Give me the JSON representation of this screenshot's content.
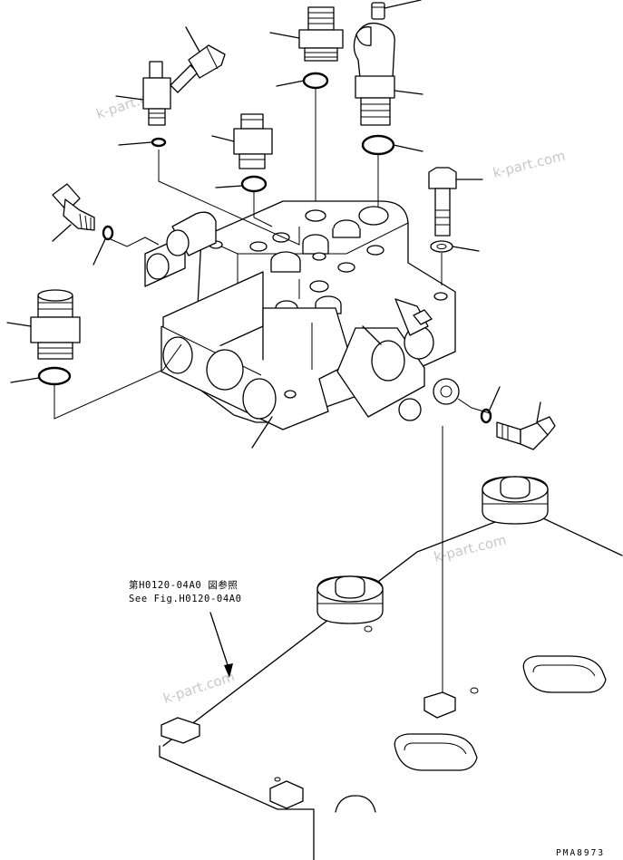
{
  "watermarks": [
    "k-part.com",
    "k-part.com",
    "k-part.com",
    "k-part.com"
  ],
  "reference_note": {
    "line1": "第H0120-04A0 図参照",
    "line2": "See Fig.H0120-04A0"
  },
  "drawing_code": "PMA8973"
}
